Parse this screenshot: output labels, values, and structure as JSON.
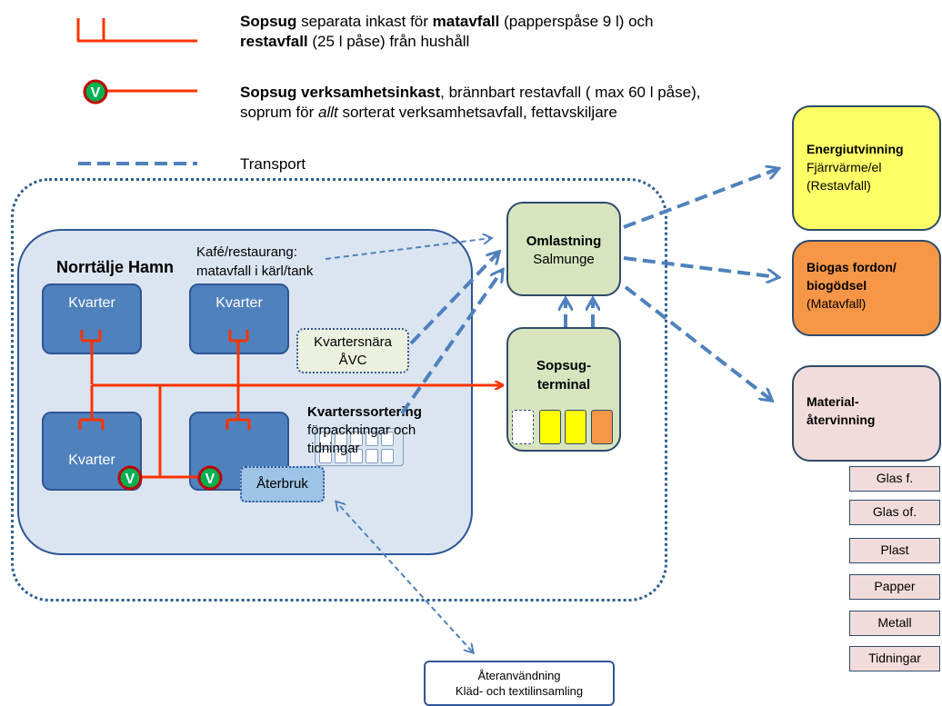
{
  "legend": {
    "sopsug": {
      "b1": "Sopsug",
      "t1": " separata inkast för ",
      "b2": "matavfall",
      "t2": " (papperspåse 9 l) och",
      "b3": "restavfall",
      "t3": " (25 l påse) från hushåll"
    },
    "verksamhet": {
      "b1": "Sopsug verksamhetsinkast",
      "t1": ", brännbart restavfall ( max 60 l påse),",
      "t2": "soprum för ",
      "i1": "allt",
      "t3": " sorterat verksamhetsavfall, fettavskiljare"
    },
    "transport": "Transport",
    "v_symbol": "V"
  },
  "hamn": {
    "title": "Norrtälje Hamn",
    "kafe_line1": "Kafé/restaurang:",
    "kafe_line2": "matavfall i kärl/tank",
    "kvarter_label": "Kvarter",
    "avc_line1": "Kvartersnära",
    "avc_line2": "ÅVC",
    "sortering_bold": "Kvarterssortering",
    "sortering_line2": "förpackningar och",
    "sortering_line3": "tidningar",
    "aterbruk": "Återbruk"
  },
  "omlastning": {
    "title": "Omlastning",
    "sub": "Salmunge"
  },
  "terminal": {
    "line1": "Sopsug-",
    "line2": "terminal"
  },
  "outputs": {
    "energi": {
      "title": "Energiutvinning",
      "line2": "Fjärrvärme/el",
      "line3": "(Restavfall)"
    },
    "biogas": {
      "line1": "Biogas fordon/",
      "line2": "biogödsel",
      "line3": " (Matavfall)"
    },
    "material": {
      "line1": "Material-",
      "line2": "återvinning"
    }
  },
  "material_items": [
    "Glas f.",
    "Glas of.",
    "Plast",
    "Papper",
    "Metall",
    "Tidningar"
  ],
  "ateranvandning": {
    "line1": "Återanvändning",
    "line2": "Kläd- och textilinsamling"
  },
  "colors": {
    "sopsug_line": "#ff3300",
    "transport": "#4f81bd",
    "v_green": "#00b050",
    "v_ring": "#c00000",
    "bin_yellow": "#ffff00",
    "bin_orange": "#f79646"
  }
}
